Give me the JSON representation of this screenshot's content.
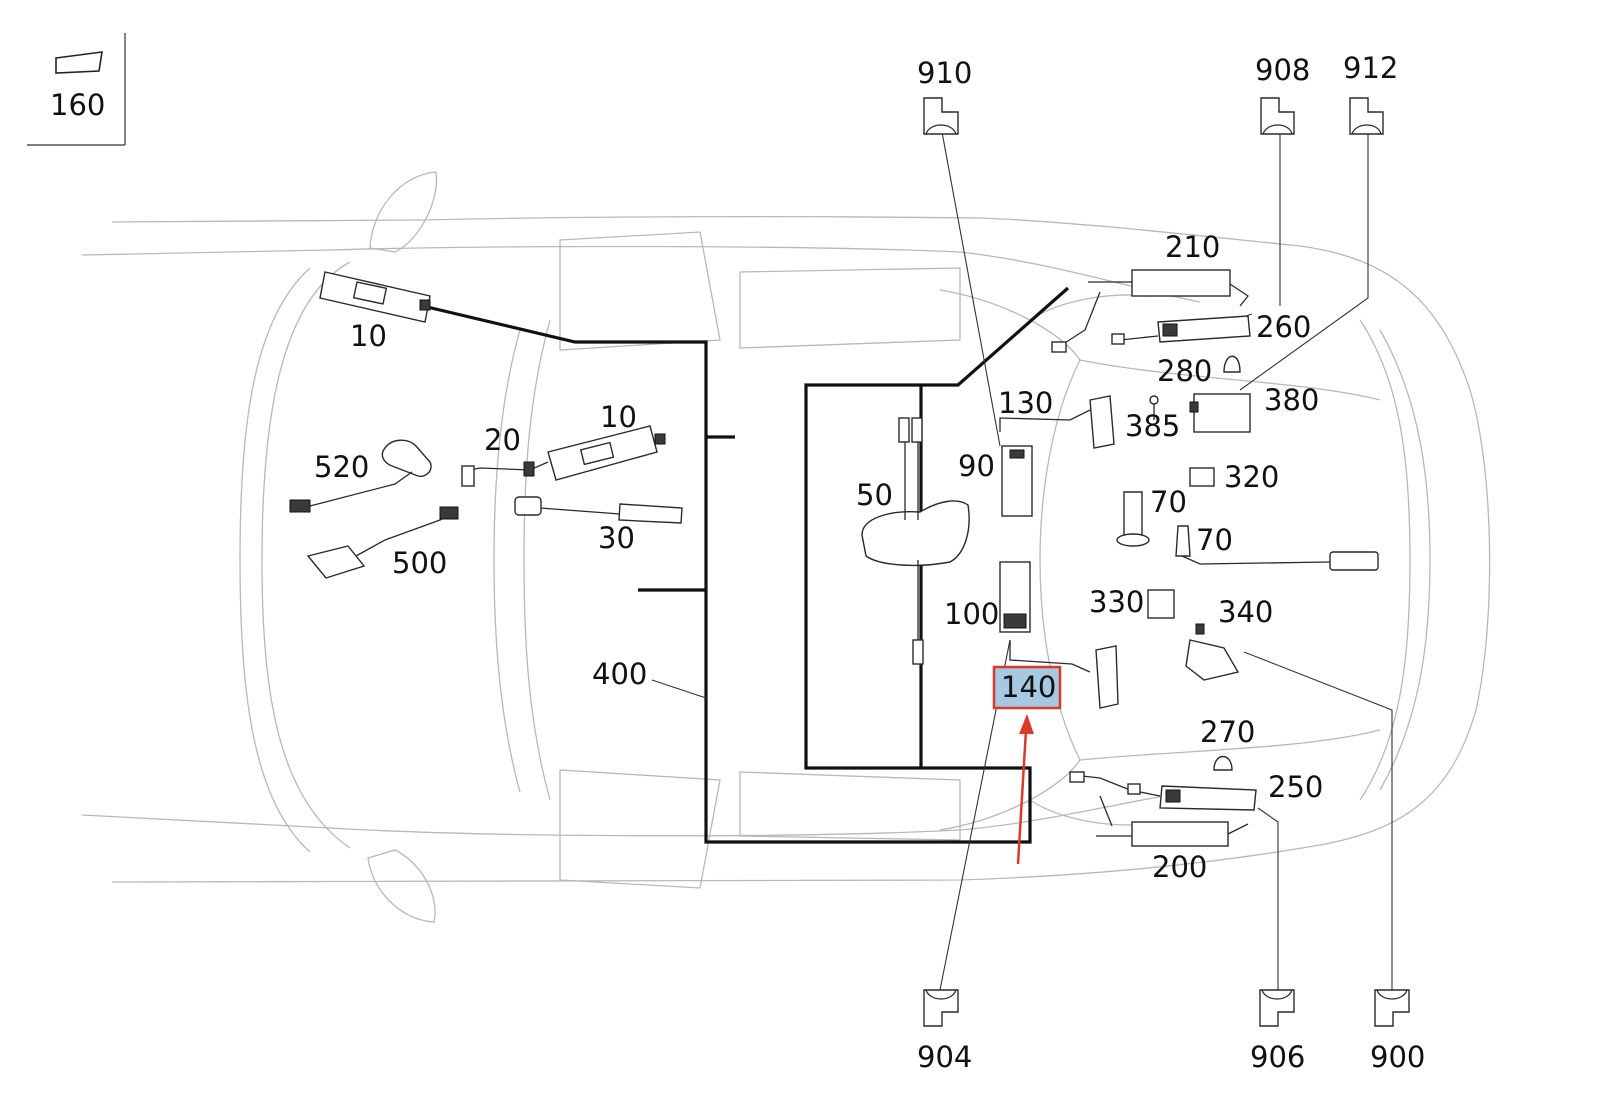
{
  "inset": {
    "label": "160"
  },
  "labels": {
    "p10_rear": "10",
    "p10_mid": "10",
    "p20": "20",
    "p30": "30",
    "p50": "50",
    "p70_a": "70",
    "p70_b": "70",
    "p90": "90",
    "p100": "100",
    "p130": "130",
    "p140": "140",
    "p200": "200",
    "p210": "210",
    "p250": "250",
    "p260": "260",
    "p270": "270",
    "p280": "280",
    "p320": "320",
    "p330": "330",
    "p340": "340",
    "p380": "380",
    "p385": "385",
    "p400": "400",
    "p500": "500",
    "p520": "520"
  },
  "ground_points": {
    "g900": "900",
    "g904": "904",
    "g906": "906",
    "g908": "908",
    "g910": "910",
    "g912": "912"
  },
  "highlight": {
    "part": "140",
    "box_color": "#a6c8e0",
    "border_color": "#d93a2b",
    "arrow_color": "#d93a2b"
  }
}
